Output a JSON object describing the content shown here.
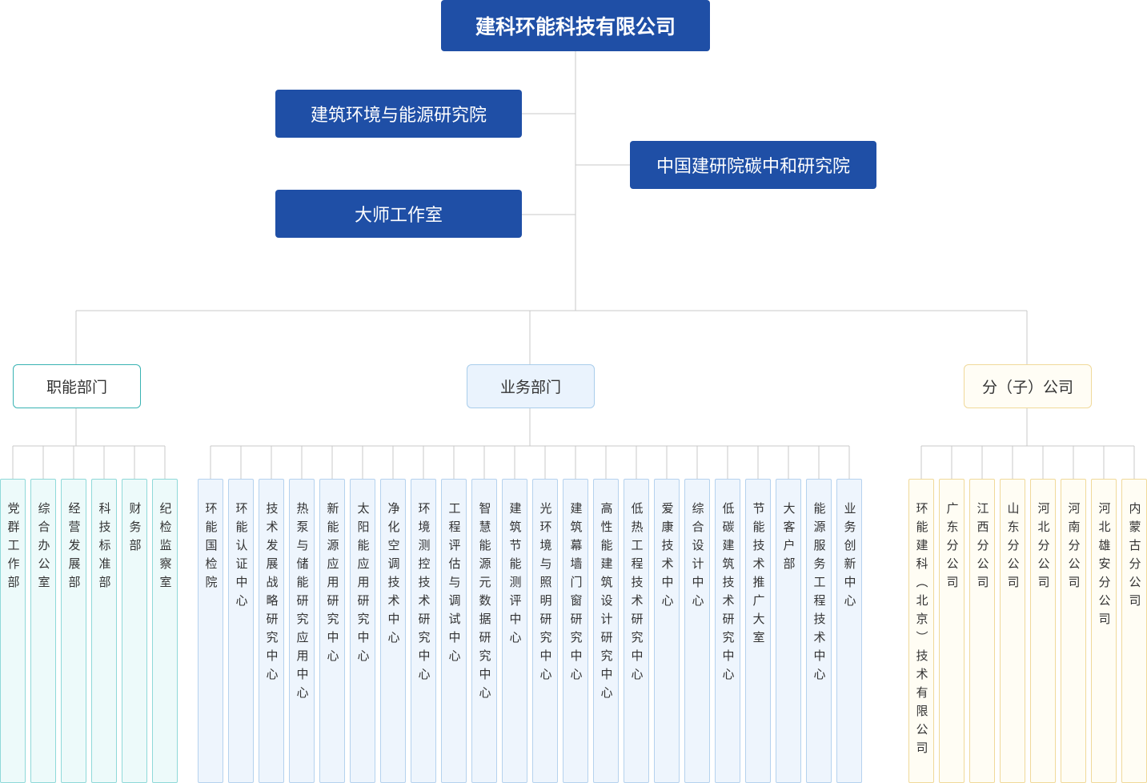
{
  "root": "建科环能科技有限公司",
  "institutes": {
    "env_energy": "建筑环境与能源研究院",
    "carbon": "中国建研院碳中和研究院",
    "master": "大师工作室"
  },
  "categories": {
    "functional": "职能部门",
    "business": "业务部门",
    "subsidiary": "分（子）公司"
  },
  "functional_depts": [
    "党群工作部",
    "综合办公室",
    "经营发展部",
    "科技标准部",
    "财务部",
    "纪检监察室"
  ],
  "business_depts": [
    "环能国检院",
    "环能认证中心",
    "技术发展战略研究中心",
    "热泵与储能研究应用中心",
    "新能源应用研究中心",
    "太阳能应用研究中心",
    "净化空调技术中心",
    "环境测控技术研究中心",
    "工程评估与调试中心",
    "智慧能源元数据研究中心",
    "建筑节能测评中心",
    "光环境与照明研究中心",
    "建筑幕墙门窗研究中心",
    "高性能建筑设计研究中心",
    "低热工程技术研究中心",
    "爱康技术中心",
    "综合设计中心",
    "低碳建筑技术研究中心",
    "节能技术推广大室",
    "大客户部",
    "能源服务工程技术中心",
    "业务创新中心"
  ],
  "subsidiaries": [
    "环能建科（北京）技术有限公司",
    "广东分公司",
    "江西分公司",
    "山东分公司",
    "河北分公司",
    "河南分公司",
    "河北雄安分公司",
    "内蒙古分公司"
  ],
  "colors": {
    "primary": "#1f4fa6",
    "functional_border": "#39b3b3",
    "business_border": "#a9cdeb",
    "subsidiary_border": "#f0d99a",
    "connector": "#c8c8c8"
  }
}
